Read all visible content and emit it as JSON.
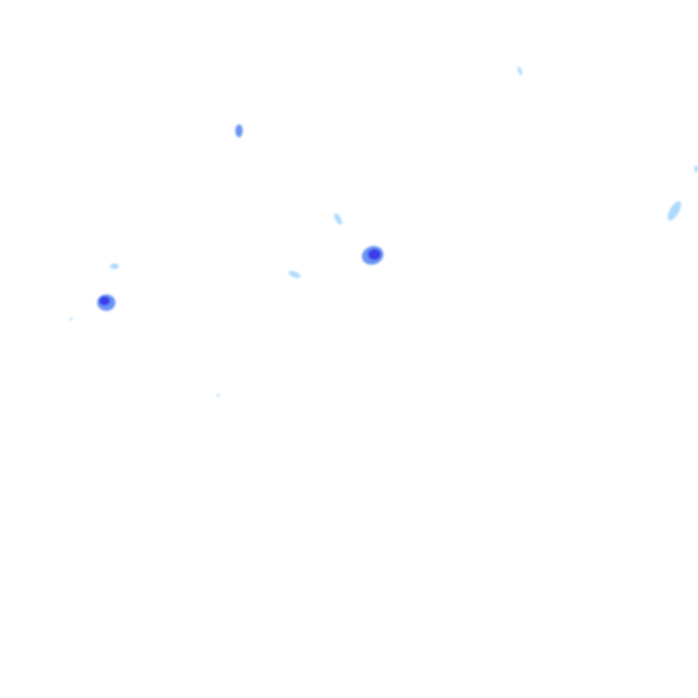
{
  "map": {
    "layer": "precipitation-radar",
    "background_color": "#ffffff",
    "intensity_colors": {
      "light": "#9fd3fb",
      "medium": "#5f8cf2",
      "heavy": "#3b3bea"
    },
    "echoes": [
      {
        "name": "radar-echo-heavy",
        "intensity": "heavy"
      },
      {
        "name": "radar-echo-heavy",
        "intensity": "heavy"
      },
      {
        "name": "radar-echo-medium",
        "intensity": "medium"
      },
      {
        "name": "radar-echo-light",
        "intensity": "light"
      },
      {
        "name": "radar-echo-light",
        "intensity": "light"
      },
      {
        "name": "radar-echo-light",
        "intensity": "light"
      },
      {
        "name": "radar-echo-light",
        "intensity": "light"
      },
      {
        "name": "radar-echo-light",
        "intensity": "light"
      },
      {
        "name": "radar-echo-light",
        "intensity": "light"
      },
      {
        "name": "radar-echo-light",
        "intensity": "light"
      },
      {
        "name": "radar-echo-light",
        "intensity": "light"
      }
    ]
  }
}
